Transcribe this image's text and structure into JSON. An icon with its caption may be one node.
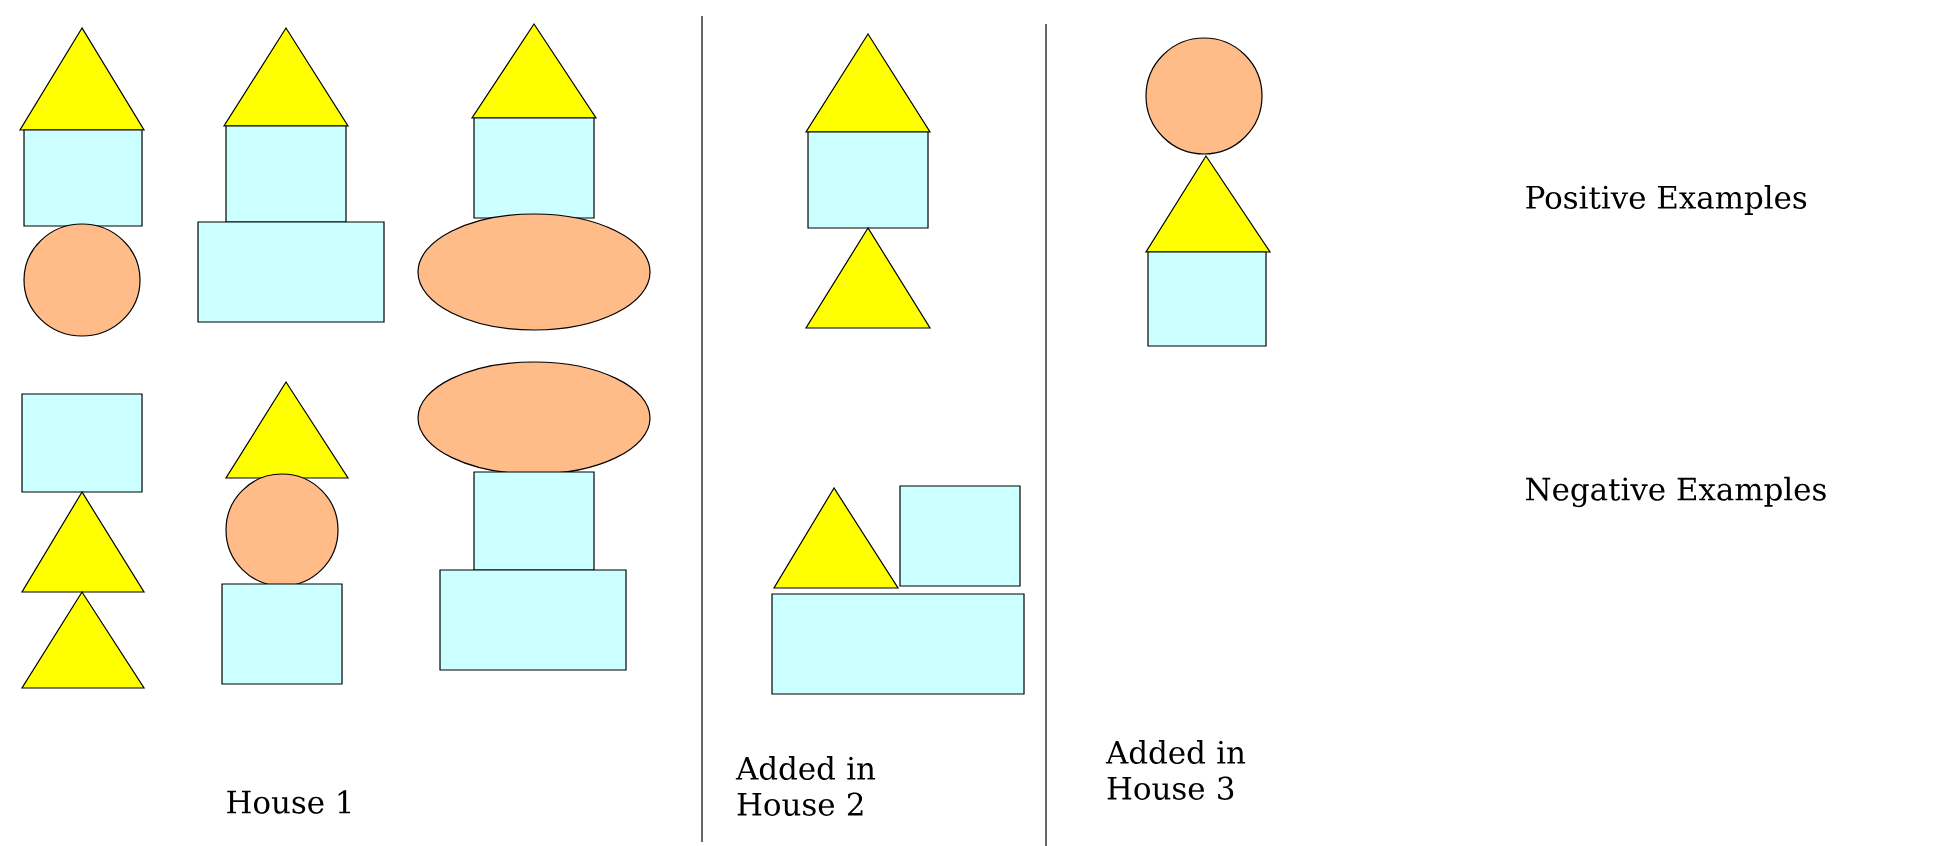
{
  "diagram": {
    "labels": [
      "Positive Examples",
      "Negative Examples",
      "House 1",
      "Added in House 2",
      "Added in House 3"
    ]
  }
}
